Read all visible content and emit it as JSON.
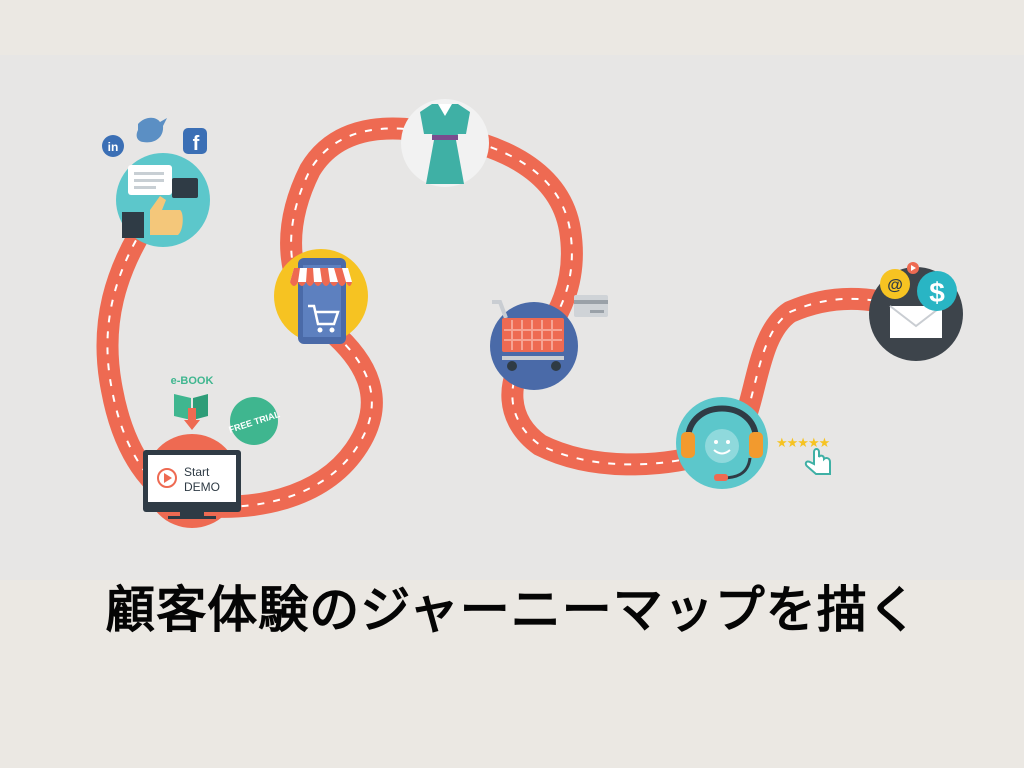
{
  "caption": "顧客体験のジャーニーマップを描く",
  "badges": {
    "ebook": "e-BOOK",
    "free_trial": "FREE TRIAL",
    "demo_start": "Start",
    "demo_word": "DEMO",
    "linkedin": "in",
    "facebook": "f",
    "at_sign": "@",
    "dollar": "$",
    "stars": "★★★★★"
  },
  "icons": [
    "linkedin-icon",
    "twitter-icon",
    "facebook-icon",
    "chat-thumbs-up-icon",
    "shop-phone-icon",
    "dress-icon",
    "shopping-cart-icon",
    "credit-card-icon",
    "support-headset-icon",
    "email-money-icon",
    "ebook-icon",
    "demo-monitor-icon",
    "star-rating-icon",
    "pointer-hand-icon"
  ],
  "colors": {
    "road": "#ee6a52",
    "road_dash": "#ffffff",
    "panel": "#e7e6e5",
    "page": "#ebe8e3",
    "teal": "#5cc7cb",
    "yellow": "#f6c322",
    "blue": "#4a6aa8",
    "dark": "#3d444b",
    "green": "#3fb68f"
  }
}
